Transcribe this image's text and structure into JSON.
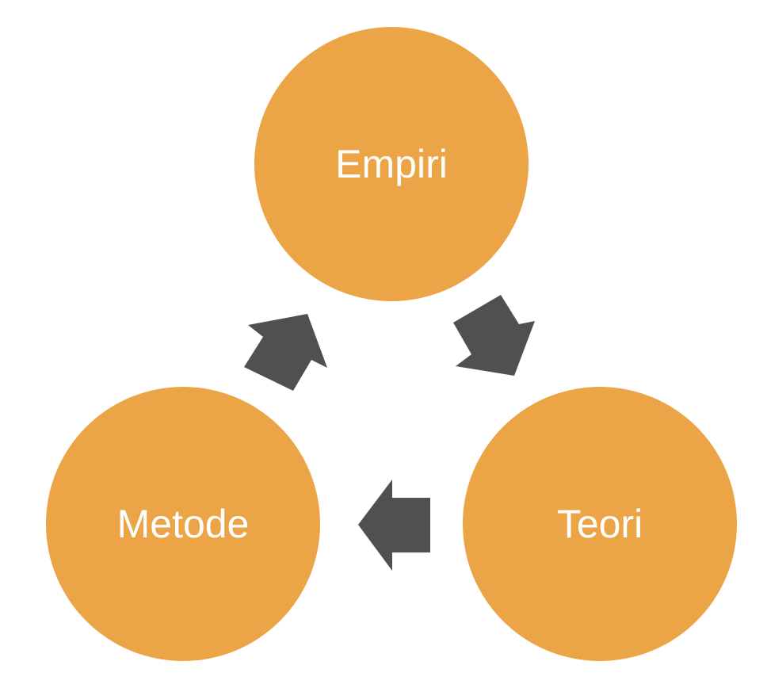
{
  "diagram": {
    "type": "cycle",
    "nodes": [
      {
        "label": "Empiri"
      },
      {
        "label": "Teori"
      },
      {
        "label": "Metode"
      }
    ],
    "colors": {
      "node_fill": "#eba446",
      "node_text": "#ffffff",
      "arrow_fill": "#505050"
    },
    "flow": [
      "Empiri",
      "Teori",
      "Metode",
      "Empiri"
    ]
  }
}
